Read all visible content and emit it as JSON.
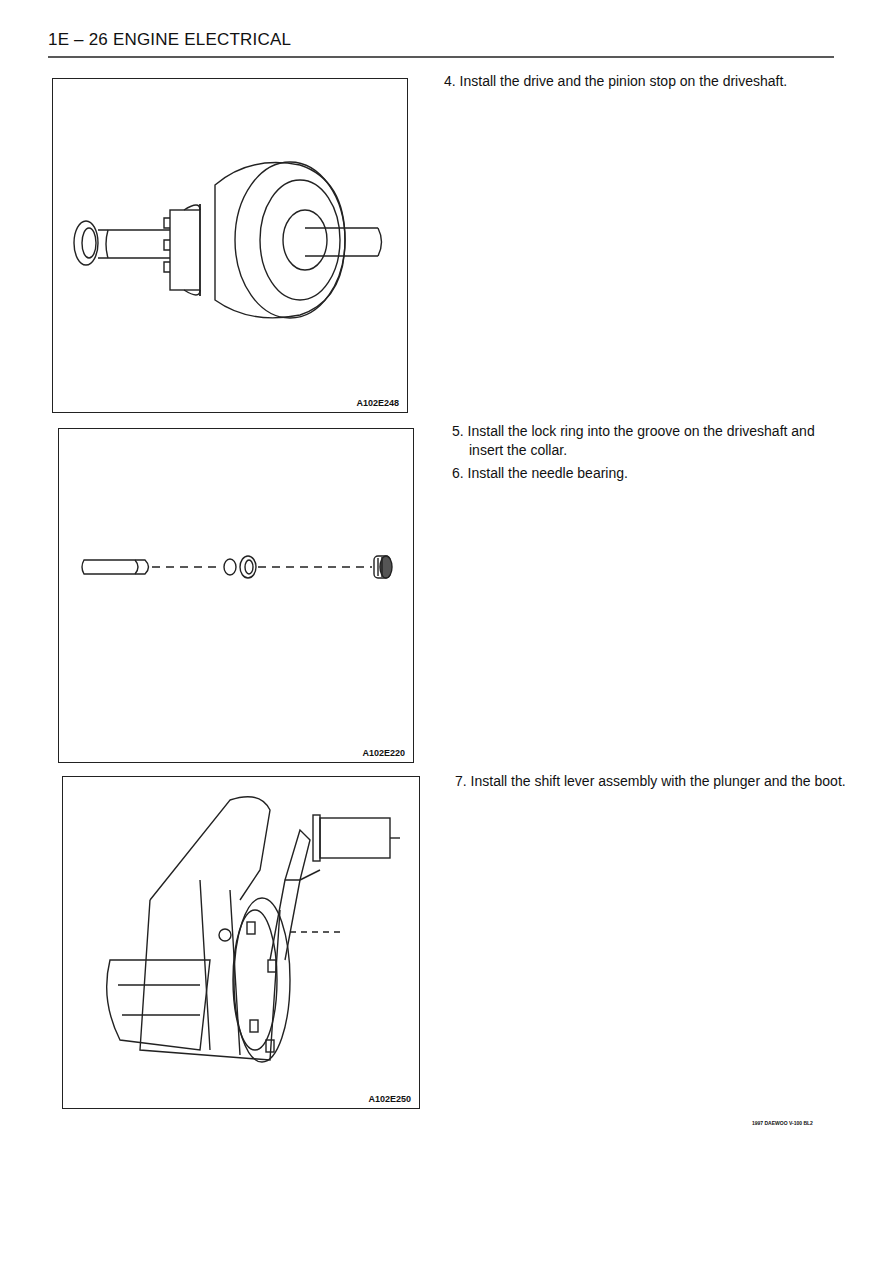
{
  "diagram": {
    "title": "1E – 26 ENGINE ELECTRICAL",
    "nodes": [
      {
        "text": [
          "A102E248"
        ]
      },
      {
        "text": [
          "A102E220"
        ]
      },
      {
        "text": [
          "A102E250"
        ]
      }
    ],
    "labels": [
      "4. Install the drive and the pinion stop on the driveshaft.",
      "5. Install the lock ring into the groove on the driveshaft and insert the collar.",
      "6. Install the needle bearing.",
      "7. Install the shift lever assembly with the plunger and the boot.",
      "1997 DAEWOO V-100 BL2"
    ]
  }
}
